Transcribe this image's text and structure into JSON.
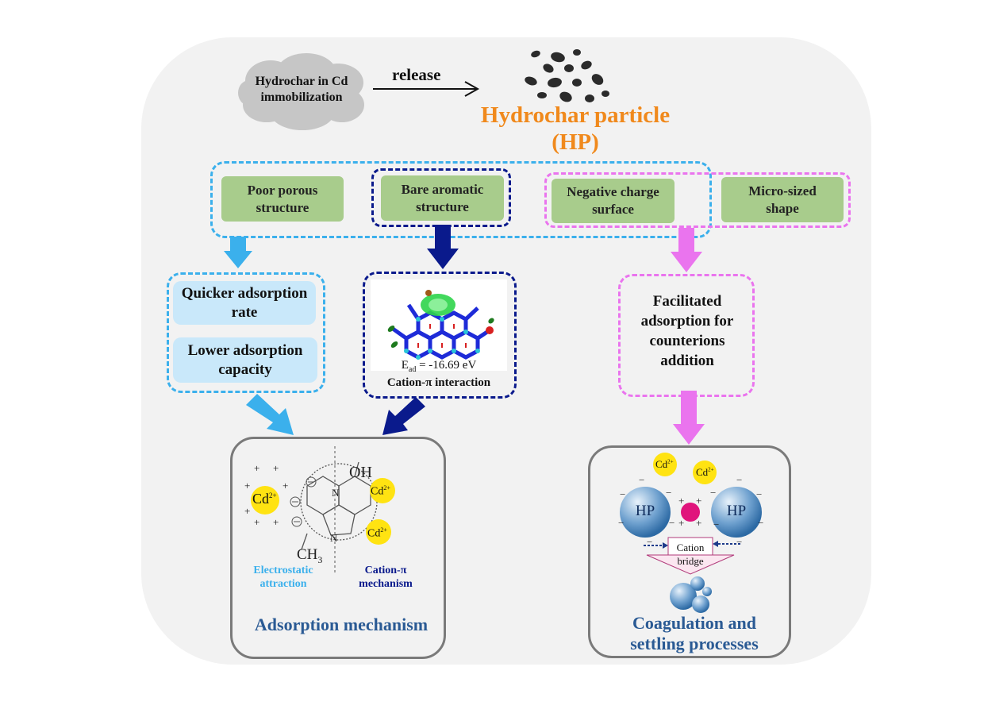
{
  "source": {
    "label": "Hydrochar in Cd immobilization",
    "arrow_label": "release"
  },
  "target": {
    "title_line1": "Hydrochar particle",
    "title_line2": "(HP)"
  },
  "properties": [
    {
      "label": "Poor porous structure"
    },
    {
      "label": "Bare aromatic structure"
    },
    {
      "label": "Negative charge surface"
    },
    {
      "label": "Micro-sized shape"
    }
  ],
  "effects": {
    "rate": "Quicker adsorption rate",
    "capacity": "Lower adsorption capacity",
    "energy_label": "E",
    "energy_sub": "ad",
    "energy_value": " = -16.69 eV",
    "cation_pi": "Cation-π interaction",
    "facilitated": "Facilitated adsorption for counterions addition"
  },
  "adsorption_mechanism": {
    "title": "Adsorption mechanism",
    "oh": "OH",
    "ch3": "CH",
    "ch3_sub": "3",
    "n": "N",
    "cd": "Cd",
    "cd_charge": "2+",
    "electrostatic": "Electrostatic attraction",
    "cation_pi_mech": "Cation-π mechanism"
  },
  "coagulation": {
    "title": "Coagulation and settling processes",
    "hp": "HP",
    "cation_bridge": "Cation bridge",
    "cd": "Cd",
    "cd_charge": "2+"
  },
  "colors": {
    "orange": "#f0891c",
    "light_blue": "#3bb0ec",
    "dark_blue": "#0a1a8c",
    "pink": "#ea74ee",
    "green": "#a8cc8c",
    "title_blue": "#2a5a94"
  }
}
